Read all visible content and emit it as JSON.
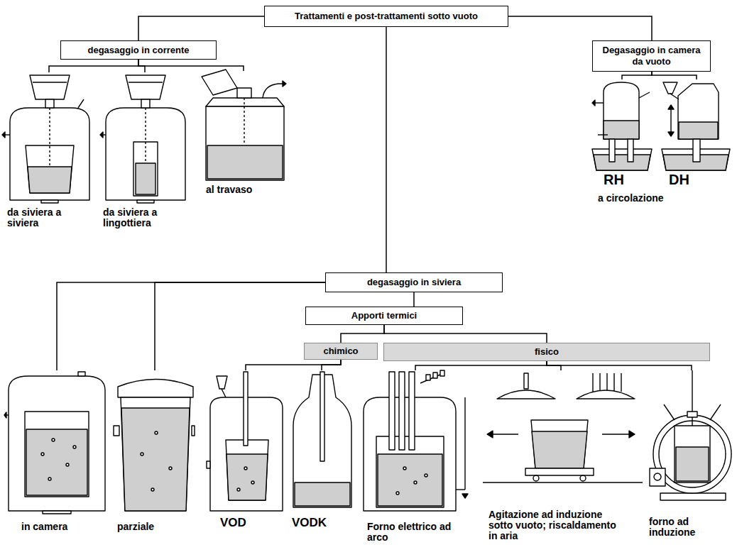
{
  "diagram": {
    "nodes": [
      {
        "text": [
          "Trattamenti e post-trattamenti sotto vuoto"
        ]
      },
      {
        "text": [
          "degasaggio in corrente"
        ]
      },
      {
        "text": [
          "da siviera a siviera"
        ]
      },
      {
        "text": [
          "da siviera a lingottiera"
        ]
      },
      {
        "text": [
          "al travaso"
        ]
      },
      {
        "text": [
          "Degasaggio in camera da vuoto"
        ]
      },
      {
        "text": [
          "RH"
        ]
      },
      {
        "text": [
          "DH"
        ]
      },
      {
        "text": [
          "degasaggio in siviera"
        ]
      },
      {
        "text": [
          "in camera"
        ]
      },
      {
        "text": [
          "parziale"
        ]
      },
      {
        "text": [
          "Apporti termici"
        ]
      },
      {
        "text": [
          "chimico"
        ]
      },
      {
        "text": [
          "VOD"
        ]
      },
      {
        "text": [
          "VODK"
        ]
      },
      {
        "text": [
          "fisico"
        ]
      },
      {
        "text": [
          "Forno elettrico ad arco"
        ]
      },
      {
        "text": [
          "Agitazione ad induzione sotto vuoto; riscaldamento in aria"
        ]
      },
      {
        "text": [
          "forno ad induzione"
        ]
      }
    ],
    "edges": [
      {
        "from": 0,
        "to": 1,
        "arrow": "none"
      },
      {
        "from": 0,
        "to": 5,
        "arrow": "none"
      },
      {
        "from": 0,
        "to": 8,
        "arrow": "none"
      },
      {
        "from": 1,
        "to": 2,
        "arrow": "none"
      },
      {
        "from": 1,
        "to": 3,
        "arrow": "none"
      },
      {
        "from": 1,
        "to": 4,
        "arrow": "none"
      },
      {
        "from": 5,
        "to": 6,
        "arrow": "none"
      },
      {
        "from": 5,
        "to": 7,
        "arrow": "none"
      },
      {
        "from": 8,
        "to": 9,
        "arrow": "none"
      },
      {
        "from": 8,
        "to": 10,
        "arrow": "none"
      },
      {
        "from": 8,
        "to": 11,
        "arrow": "none"
      },
      {
        "from": 11,
        "to": 12,
        "arrow": "none"
      },
      {
        "from": 11,
        "to": 15,
        "arrow": "none"
      },
      {
        "from": 12,
        "to": 13,
        "arrow": "none"
      },
      {
        "from": 12,
        "to": 14,
        "arrow": "none"
      },
      {
        "from": 15,
        "to": 16,
        "arrow": "none"
      },
      {
        "from": 15,
        "to": 17,
        "arrow": "none"
      },
      {
        "from": 15,
        "to": 18,
        "arrow": "none"
      }
    ],
    "labels": [
      "a circolazione"
    ]
  }
}
